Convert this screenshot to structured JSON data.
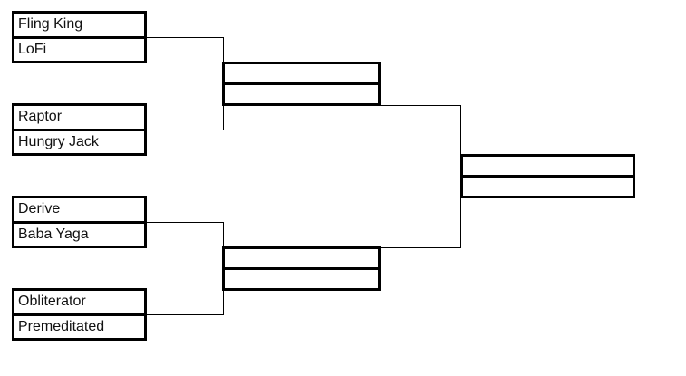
{
  "bracket": {
    "round1": [
      {
        "top": "Fling King",
        "bottom": "LoFi"
      },
      {
        "top": "Raptor",
        "bottom": "Hungry Jack"
      },
      {
        "top": "Derive",
        "bottom": "Baba Yaga"
      },
      {
        "top": "Obliterator",
        "bottom": "Premeditated"
      }
    ],
    "round2": [
      {
        "top": "",
        "bottom": ""
      },
      {
        "top": "",
        "bottom": ""
      }
    ],
    "final": {
      "top": "",
      "bottom": ""
    }
  }
}
